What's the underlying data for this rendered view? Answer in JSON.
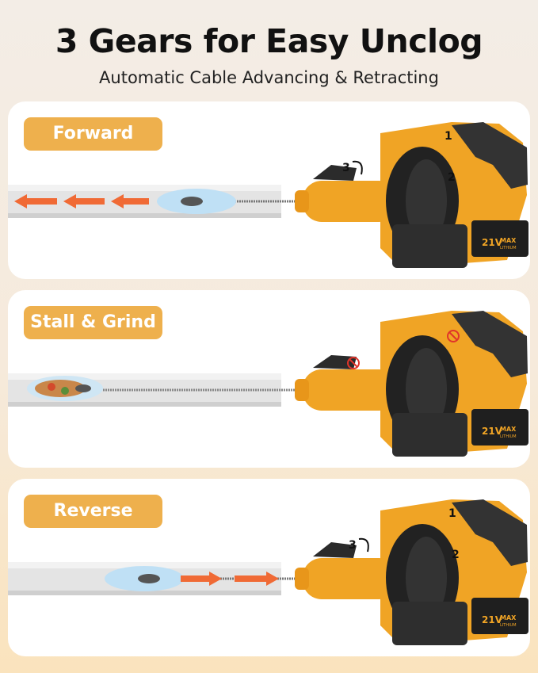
{
  "header": {
    "title": "3 Gears for Easy Unclog",
    "subtitle": "Automatic Cable Advancing & Retracting"
  },
  "colors": {
    "accent": "#eeb04d",
    "tool_body": "#f0a425",
    "arrow": "#f06a35",
    "pipe": "#e4e4e4",
    "drum": "#222222"
  },
  "panels": [
    {
      "mode": "Forward",
      "direction": "left",
      "trigger_numbers": [
        "1",
        "2"
      ],
      "lever_number": "3",
      "battery": {
        "voltage": "21V",
        "label_max": "MAX",
        "label_type": "LITHIUM"
      }
    },
    {
      "mode": "Stall & Grind",
      "direction": "none",
      "trigger_numbers": [],
      "lever_number": "",
      "battery": {
        "voltage": "21V",
        "label_max": "MAX",
        "label_type": "LITHIUM"
      }
    },
    {
      "mode": "Reverse",
      "direction": "right",
      "trigger_numbers": [
        "1",
        "2"
      ],
      "lever_number": "3",
      "battery": {
        "voltage": "21V",
        "label_max": "MAX",
        "label_type": "LITHIUM"
      }
    }
  ]
}
